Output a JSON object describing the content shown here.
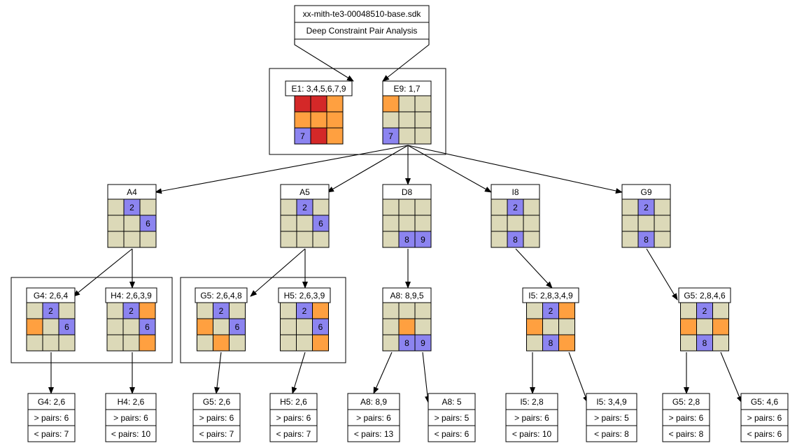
{
  "header": {
    "file": "xx-mith-te3-00048510-base.sdk",
    "subtitle": "Deep Constraint Pair Analysis"
  },
  "colors": {
    "cell": "#dcd9b8",
    "blue": "#8c84f0",
    "orange": "#ffa040",
    "red": "#d42828",
    "grid": "#000000"
  },
  "nodes": [
    {
      "id": "e1",
      "label": "E1: 3,4,5,6,7,9",
      "cells": [
        "r",
        "r",
        "o",
        "o",
        "o",
        "o",
        "b7",
        "r",
        "o"
      ]
    },
    {
      "id": "e9",
      "label": "E9: 1,7",
      "cells": [
        "o",
        "",
        "",
        "",
        "",
        "",
        "b7",
        "",
        ""
      ]
    },
    {
      "id": "a4",
      "label": "A4",
      "cells": [
        "",
        "b2",
        "",
        "",
        "",
        "b6",
        "",
        "",
        ""
      ]
    },
    {
      "id": "a5",
      "label": "A5",
      "cells": [
        "",
        "b2",
        "",
        "",
        "",
        "b6",
        "",
        "",
        ""
      ]
    },
    {
      "id": "d8",
      "label": "D8",
      "cells": [
        "",
        "",
        "",
        "",
        "",
        "",
        "",
        "b8",
        "b9"
      ]
    },
    {
      "id": "i8",
      "label": "I8",
      "cells": [
        "",
        "b2",
        "",
        "",
        "",
        "",
        "",
        "b8",
        ""
      ]
    },
    {
      "id": "g9",
      "label": "G9",
      "cells": [
        "",
        "b2",
        "",
        "",
        "",
        "",
        "",
        "b8",
        ""
      ]
    },
    {
      "id": "g4",
      "label": "G4: 2,6,4",
      "cells": [
        "",
        "b2",
        "",
        "o",
        "",
        "b6",
        "",
        "",
        ""
      ]
    },
    {
      "id": "h4",
      "label": "H4: 2,6,3,9",
      "cells": [
        "",
        "b2",
        "o",
        "",
        "",
        "b6",
        "",
        "",
        "o"
      ]
    },
    {
      "id": "g5a",
      "label": "G5: 2,6,4,8",
      "cells": [
        "",
        "b2",
        "",
        "o",
        "",
        "b6",
        "",
        "o",
        ""
      ]
    },
    {
      "id": "h5",
      "label": "H5: 2,6,3,9",
      "cells": [
        "",
        "b2",
        "o",
        "",
        "",
        "b6",
        "",
        "",
        "o"
      ]
    },
    {
      "id": "a8",
      "label": "A8: 8,9,5",
      "cells": [
        "",
        "",
        "",
        "",
        "o",
        "",
        "",
        "b8",
        "b9"
      ]
    },
    {
      "id": "i5",
      "label": "I5: 2,8,3,4,9",
      "cells": [
        "",
        "b2",
        "o",
        "o",
        "",
        "",
        "",
        "b8",
        "o"
      ]
    },
    {
      "id": "g5b",
      "label": "G5: 2,8,4,6",
      "cells": [
        "",
        "b2",
        "",
        "o",
        "",
        "o",
        "",
        "b8",
        ""
      ]
    }
  ],
  "leaves": [
    {
      "id": "l1",
      "title": "G4: 2,6",
      "gt": "> pairs: 6",
      "lt": "< pairs: 7"
    },
    {
      "id": "l2",
      "title": "H4: 2,6",
      "gt": "> pairs: 6",
      "lt": "< pairs: 10"
    },
    {
      "id": "l3",
      "title": "G5: 2,6",
      "gt": "> pairs: 6",
      "lt": "< pairs: 7"
    },
    {
      "id": "l4",
      "title": "H5: 2,6",
      "gt": "> pairs: 6",
      "lt": "< pairs: 7"
    },
    {
      "id": "l5",
      "title": "A8: 8,9",
      "gt": "> pairs: 6",
      "lt": "< pairs: 13"
    },
    {
      "id": "l6",
      "title": "A8: 5",
      "gt": "> pairs: 5",
      "lt": "< pairs: 6"
    },
    {
      "id": "l7",
      "title": "I5: 2,8",
      "gt": "> pairs: 6",
      "lt": "< pairs: 10"
    },
    {
      "id": "l8",
      "title": "I5: 3,4,9",
      "gt": "> pairs: 5",
      "lt": "< pairs: 8"
    },
    {
      "id": "l9",
      "title": "G5: 2,8",
      "gt": "> pairs: 6",
      "lt": "< pairs: 8"
    },
    {
      "id": "l10",
      "title": "G5: 4,6",
      "gt": "> pairs: 6",
      "lt": "< pairs: 6"
    }
  ]
}
